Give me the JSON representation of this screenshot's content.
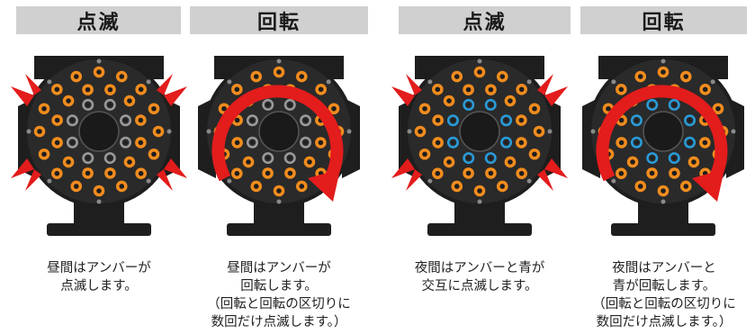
{
  "headers": [
    "点滅",
    "回転",
    "点滅",
    "回転"
  ],
  "captions": [
    [
      "昼間はアンバーが",
      "点滅します。"
    ],
    [
      "昼間はアンバーが",
      "回転します。",
      "（回転と回転の区切りに",
      "数回だけ点滅します。）"
    ],
    [
      "夜間はアンバーと青が",
      "交互に点滅します。"
    ],
    [
      "夜間はアンバーと",
      "青が回転します。",
      "（回転と回転の区切りに",
      "数回だけ点滅します。）"
    ]
  ],
  "colors": {
    "header_bg": "#d0d0d0",
    "housing": "#1e1e1e",
    "amber": "#f08c1e",
    "blue": "#2a9bd8",
    "inactive": "#9a9a9a",
    "red": "#e31c1c"
  },
  "panels": [
    {
      "mode": "blink",
      "inner": "inactive",
      "arrow": false
    },
    {
      "mode": "rotate",
      "inner": "inactive",
      "arrow": true
    },
    {
      "mode": "blink",
      "inner": "blue",
      "arrow": false
    },
    {
      "mode": "rotate",
      "inner": "blue",
      "arrow": true
    }
  ]
}
